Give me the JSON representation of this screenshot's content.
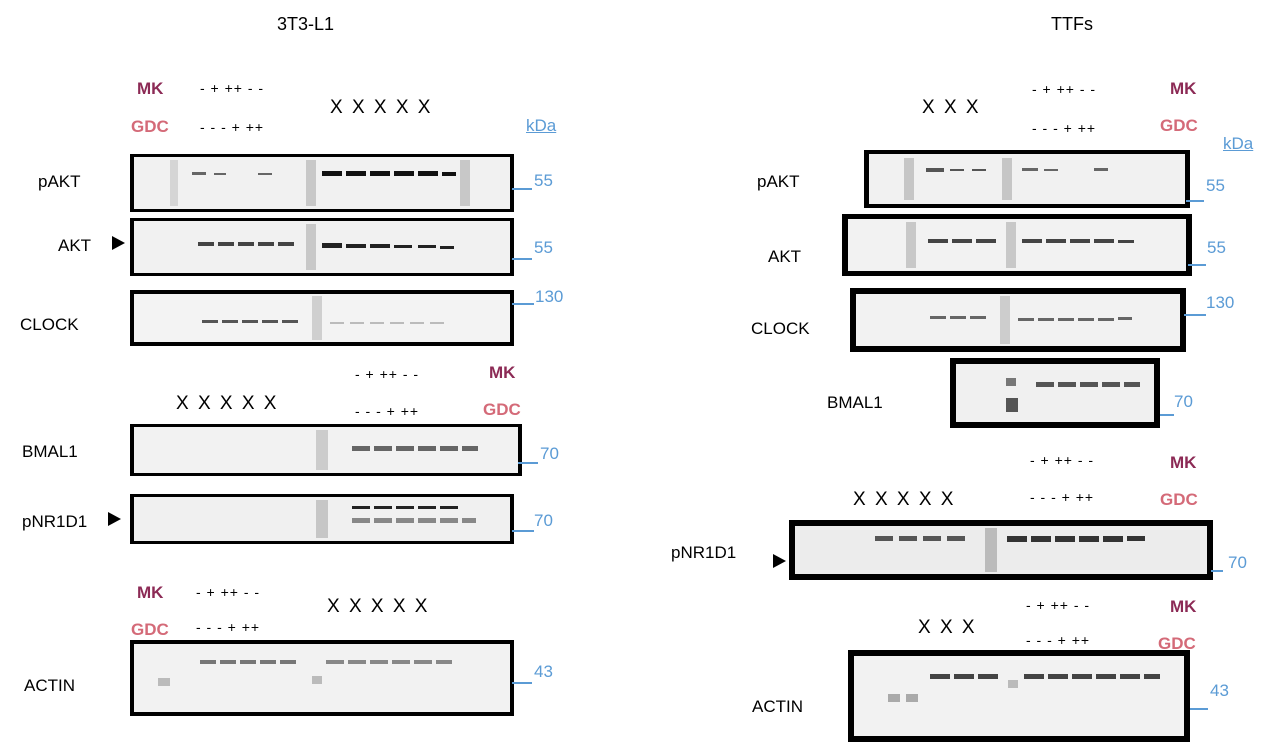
{
  "titles": {
    "left": "3T3-L1",
    "right": "TTFs"
  },
  "labels": {
    "mk": "MK",
    "gdc": "GDC",
    "kda": "kDa",
    "mk_signs": "-  + ++  -   -",
    "gdc_signs": "-   -   -  + ++",
    "xs": "X  X  X  X  X",
    "xs3": "X  X  X"
  },
  "left_panel": {
    "proteins": [
      "pAKT",
      "AKT",
      "CLOCK",
      "BMAL1",
      "pNR1D1",
      "ACTIN"
    ],
    "markers": [
      "55",
      "55",
      "130",
      "70",
      "70",
      "43"
    ]
  },
  "right_panel": {
    "proteins": [
      "pAKT",
      "AKT",
      "CLOCK",
      "BMAL1",
      "pNR1D1",
      "ACTIN"
    ],
    "markers": [
      "55",
      "55",
      "130",
      "70",
      "70",
      "43"
    ]
  },
  "colors": {
    "mk": "#8c2a55",
    "gdc": "#d46a78",
    "marker": "#5b9bd5"
  }
}
